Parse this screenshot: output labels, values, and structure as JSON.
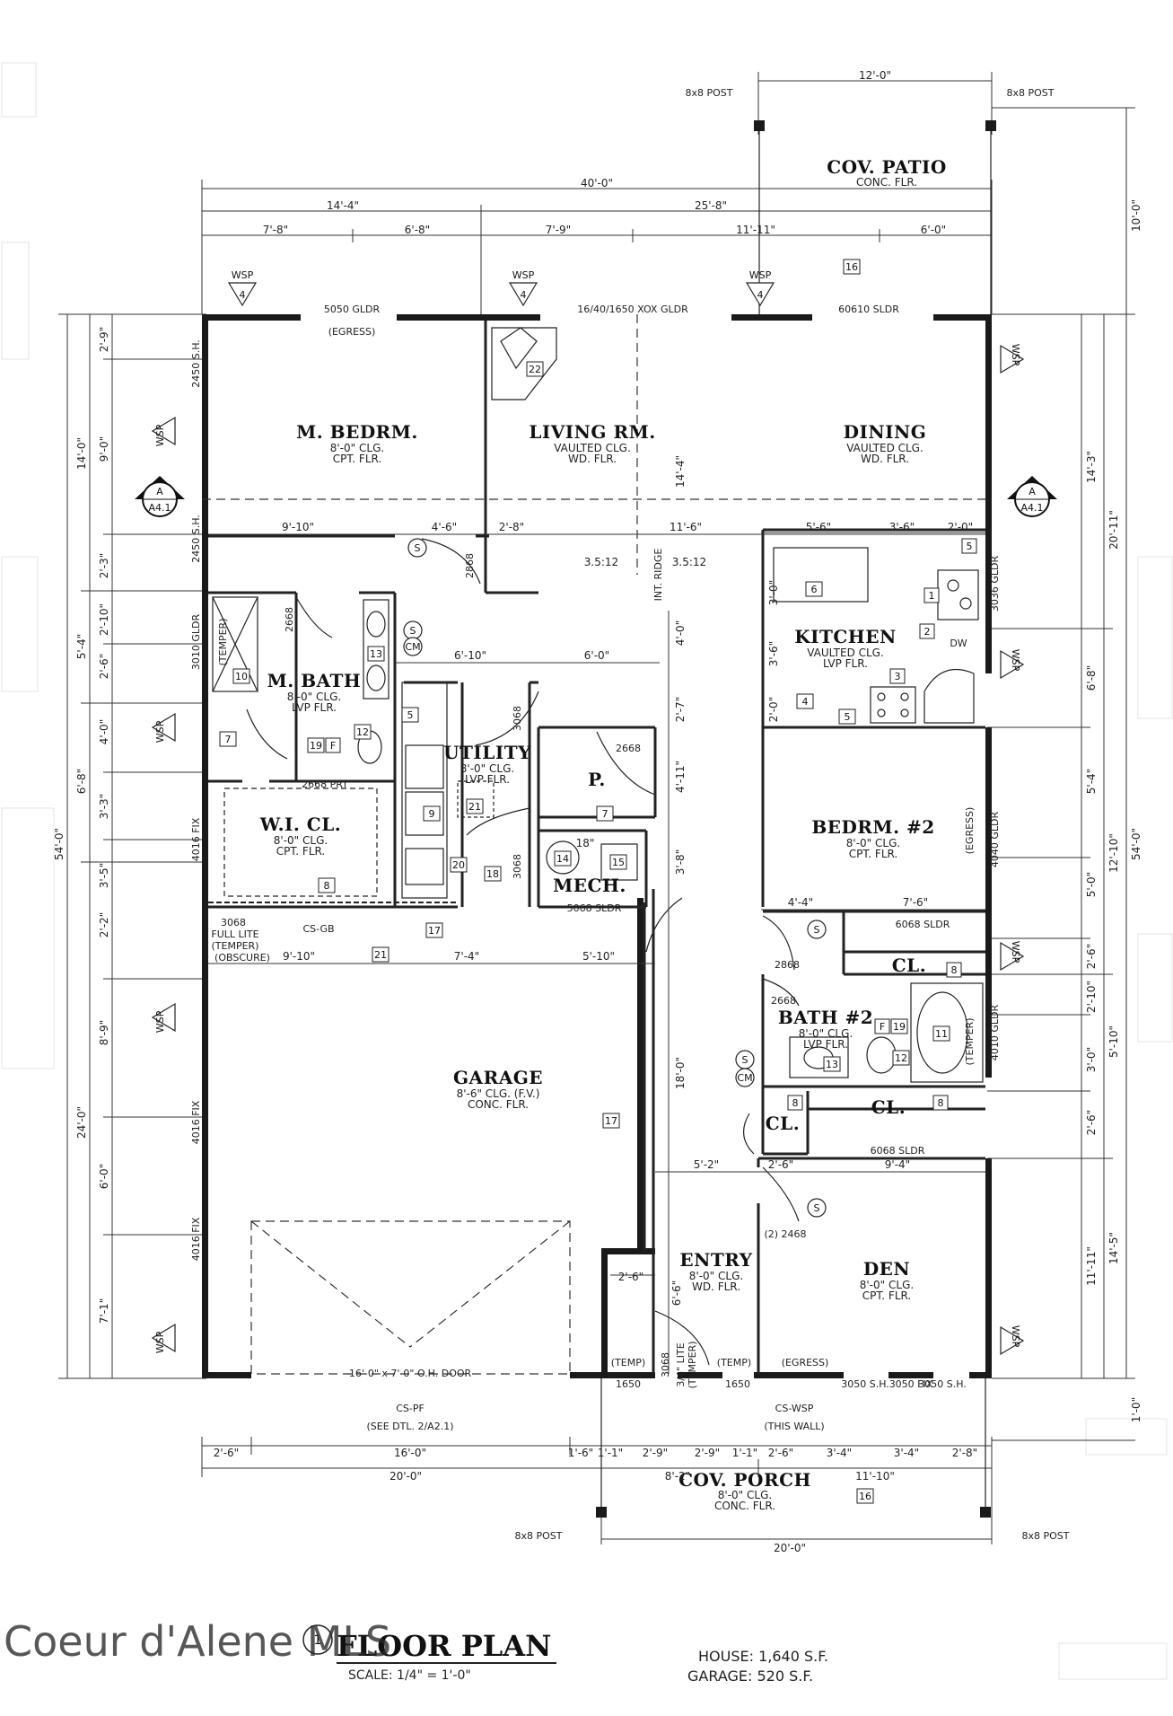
{
  "rooms": {
    "patio": {
      "name": "COV. PATIO",
      "sub1": "CONC. FLR."
    },
    "master_bedroom": {
      "name": "M. BEDRM.",
      "sub1": "8'-0\" CLG.",
      "sub2": "CPT. FLR."
    },
    "living": {
      "name": "LIVING RM.",
      "sub1": "VAULTED CLG.",
      "sub2": "WD. FLR."
    },
    "dining": {
      "name": "DINING",
      "sub1": "VAULTED CLG.",
      "sub2": "WD. FLR."
    },
    "kitchen": {
      "name": "KITCHEN",
      "sub1": "VAULTED CLG.",
      "sub2": "LVP FLR."
    },
    "master_bath": {
      "name": "M. BATH",
      "sub1": "8'-0\" CLG.",
      "sub2": "LVP FLR."
    },
    "utility": {
      "name": "UTILITY",
      "sub1": "8'-0\" CLG.",
      "sub2": "LVP FLR."
    },
    "pantry": {
      "name": "P."
    },
    "walk_in_closet": {
      "name": "W.I. CL.",
      "sub1": "8'-0\" CLG.",
      "sub2": "CPT. FLR."
    },
    "mech": {
      "name": "MECH."
    },
    "bedroom2": {
      "name": "BEDRM. #2",
      "sub1": "8'-0\" CLG.",
      "sub2": "CPT. FLR."
    },
    "closet1": {
      "name": "CL."
    },
    "bath2": {
      "name": "BATH #2",
      "sub1": "8'-0\" CLG.",
      "sub2": "LVP FLR."
    },
    "closet2": {
      "name": "CL."
    },
    "closet3": {
      "name": "CL."
    },
    "garage": {
      "name": "GARAGE",
      "sub1": "8'-6\" CLG. (F.V.)",
      "sub2": "CONC. FLR."
    },
    "entry": {
      "name": "ENTRY",
      "sub1": "8'-0\" CLG.",
      "sub2": "WD. FLR."
    },
    "den": {
      "name": "DEN",
      "sub1": "8'-0\" CLG.",
      "sub2": "CPT. FLR."
    },
    "porch": {
      "name": "COV. PORCH",
      "sub1": "8'-0\" CLG.",
      "sub2": "CONC. FLR."
    }
  },
  "dimensions": {
    "top": {
      "patio_width": "12'-0\"",
      "overall": "40'-0\"",
      "left_segment": "14'-4\"",
      "right_segment": "25'-8\"",
      "d1": "7'-8\"",
      "d2": "6'-8\"",
      "d3": "7'-9\"",
      "d4": "11'-11\"",
      "d5": "6'-0\""
    },
    "left": {
      "overall": "54'-0\"",
      "upper": "14'-0\"",
      "mid1": "5'-4\"",
      "mid2": "6'-8\"",
      "lower": "24'-0\"",
      "l1": "2'-9\"",
      "l2": "9'-0\"",
      "l3": "2'-3\"",
      "l4": "2'-10\"",
      "l5": "2'-6\"",
      "l6": "4'-0\"",
      "l7": "3'-3\"",
      "l8": "3'-5\"",
      "l9": "2'-2\"",
      "l10": "8'-9\"",
      "l11": "6'-0\"",
      "l12": "7'-1\""
    },
    "right": {
      "overall": "54'-0\"",
      "patio_depth": "10'-0\"",
      "r_upper": "20'-11\"",
      "r1": "14'-3\"",
      "r2": "6'-8\"",
      "r3": "5'-4\"",
      "r_mid": "12'-10\"",
      "r4": "5'-0\"",
      "r5": "2'-6\"",
      "r6": "2'-10\"",
      "r7": "3'-0\"",
      "r8": "2'-6\"",
      "r_mid2": "5'-10\"",
      "r_low": "14'-5\"",
      "r9": "11'-11\"",
      "r10": "1'-0\""
    },
    "interior": {
      "mb_width": "9'-10\"",
      "i1": "4'-6\"",
      "i2": "2'-8\"",
      "i3": "11'-6\"",
      "k1": "5'-6\"",
      "k2": "3'-6\"",
      "k3": "2'-0\"",
      "u1": "6'-10\"",
      "u2": "6'-0\"",
      "pitch1": "3.5:12",
      "pitch2": "3.5:12",
      "v1": "14'-4\"",
      "v2": "4'-0\"",
      "v3": "2'-7\"",
      "v4": "4'-11\"",
      "v5": "3'-8\"",
      "v6": "18'-0\"",
      "k_v1": "3'-0\"",
      "k_v2": "3'-6\"",
      "k_v3": "2'-0\"",
      "b2_w1": "4'-4\"",
      "b2_w2": "7'-6\"",
      "g1": "9'-10\"",
      "g2": "7'-4\"",
      "g3": "5'-10\"",
      "d_w1": "5'-2\"",
      "d_w2": "2'-6\"",
      "d_w3": "9'-4\"",
      "e1": "2'-6\"",
      "e2": "6'-6\"",
      "m18": "18\""
    },
    "bottom": {
      "cs_pf": "CS-PF",
      "see_dtl": "(SEE DTL. 2/A2.1)",
      "cs_wsp": "CS-WSP",
      "this_wall": "(THIS WALL)",
      "b1": "2'-6\"",
      "b2": "16'-0\"",
      "b3": "1'-6\"",
      "b4": "1'-1\"",
      "b5": "2'-9\"",
      "b6": "2'-9\"",
      "b7": "1'-1\"",
      "b8": "2'-6\"",
      "b9": "3'-4\"",
      "b10": "3'-4\"",
      "b11": "2'-8\"",
      "garage_total": "20'-0\"",
      "porch_l": "8'-2\"",
      "porch_r": "11'-10\"",
      "porch_total": "20'-0\""
    }
  },
  "notes": {
    "post_tl": "8x8 POST",
    "post_tr": "8x8 POST",
    "post_bl": "8x8 POST",
    "post_br": "8x8 POST",
    "win_mb": "5050 GLDR",
    "egress_mb": "(EGRESS)",
    "win_living": "16/40/1650 XOX GLDR",
    "win_dining": "60610 SLDR",
    "wsp": "WSP",
    "wsp_num": "4",
    "w_2450_a": "2450 S.H.",
    "w_2450_b": "2450 S.H.",
    "w_3010": "3010 GLDR",
    "temper": "(TEMPER)",
    "w_4016_a": "4016 FIX",
    "w_4016_b": "4016 FIX",
    "w_4016_c": "4016 FIX",
    "d_2668_a": "2668",
    "d_2868_a": "2868",
    "d_3068_a": "3068",
    "d_3068_b": "3068",
    "d_2668_prt": "2668 PRT",
    "d_2668_p": "2668",
    "d_5068": "5068 SLDR",
    "d_3068_full": "3068",
    "full_lite": "FULL LITE",
    "temper_obscure": "(TEMPER)",
    "obscure": "(OBSCURE)",
    "cs_gb": "CS-GB",
    "ridge": "INT. RIDGE",
    "w_3036": "3036 GLDR",
    "w_4040": "4040 GLDR",
    "egress_b2": "(EGRESS)",
    "d_6068_a": "6068 SLDR",
    "d_2868_b": "2868",
    "d_2668_b": "2668",
    "w_4010": "4010 GLDR",
    "temper_b2": "(TEMPER)",
    "d_6068_b": "6068 SLDR",
    "d_2468": "(2) 2468",
    "garage_door": "16'-0\" x 7'-0\" O.H. DOOR",
    "w_1650_a": "1650",
    "temp_a": "(TEMP)",
    "d_3068_entry": "3068",
    "lite": "3/4\" LITE",
    "temper_entry": "(TEMPER)",
    "temp_b": "(TEMP)",
    "w_1650_b": "1650",
    "egress_den": "(EGRESS)",
    "w_3050_sh": "3050 S.H.",
    "w_3050_fix": "3050 FIX",
    "w_3050_sh2": "3050 S.H.",
    "dw": "DW",
    "section_a": "A",
    "section_a41": "A4.1",
    "s": "S",
    "cm": "CM",
    "f": "F"
  },
  "tags": [
    "22",
    "16",
    "13",
    "12",
    "19",
    "10",
    "7",
    "5",
    "21",
    "9",
    "20",
    "18",
    "14",
    "15",
    "8",
    "17",
    "6",
    "1",
    "2",
    "3",
    "4",
    "11"
  ],
  "title": {
    "circle_num": "1",
    "main": "FLOOR PLAN",
    "scale": "SCALE:  1/4\" = 1'-0\"",
    "house": "HOUSE: 1,640 S.F.",
    "garage": "GARAGE: 520 S.F."
  },
  "watermark": "Coeur d'Alene MLS"
}
